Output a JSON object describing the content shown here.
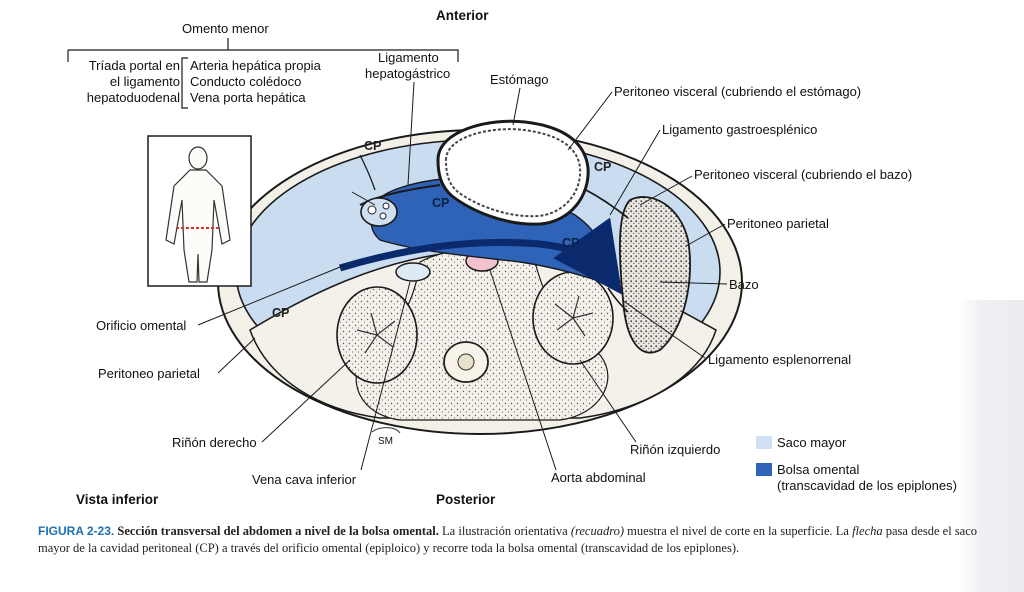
{
  "labels": {
    "anterior": "Anterior",
    "posterior": "Posterior",
    "vista_inferior": "Vista inferior",
    "omento_menor": "Omento menor",
    "triada_l1": "Tríada portal en",
    "triada_l2": "el ligamento",
    "triada_l3": "hepatoduodenal",
    "arteria": "Arteria hepática propia",
    "conducto": "Conducto colédoco",
    "vena_porta": "Vena porta hepática",
    "lig_hepato_l1": "Ligamento",
    "lig_hepato_l2": "hepatogástrico",
    "estomago": "Estómago",
    "perit_visc_estomago": "Peritoneo visceral (cubriendo el estómago)",
    "lig_gastroesplenico": "Ligamento gastroesplénico",
    "perit_visc_bazo": "Peritoneo visceral (cubriendo el bazo)",
    "perit_parietal_right": "Peritoneo parietal",
    "bazo": "Bazo",
    "lig_esplenorrenal": "Ligamento esplenorrenal",
    "orificio_omental": "Orificio omental",
    "perit_parietal_left": "Peritoneo parietal",
    "rinon_derecho": "Riñón derecho",
    "vena_cava": "Vena cava inferior",
    "aorta": "Aorta abdominal",
    "rinon_izquierdo": "Riñón izquierdo",
    "sm": "SM",
    "cp": "CP"
  },
  "legend": {
    "saco_mayor": "Saco mayor",
    "bolsa_l1": "Bolsa omental",
    "bolsa_l2": "(transcavidad de los epiplones)",
    "colors": {
      "saco_mayor": "#cfe0f2",
      "bolsa_omental": "#2f63b8"
    }
  },
  "caption": {
    "figure": "FIGURA 2-23.",
    "title": "Sección transversal del abdomen a nivel de la bolsa omental.",
    "text_a": " La ilustración orientativa ",
    "recuadro": "(recuadro)",
    "text_b": " muestra el nivel de corte en la superficie. La ",
    "flecha": "flecha",
    "text_c": " pasa desde el saco mayor de la cavidad peritoneal (CP) a través del orificio omental (epiploico) y recorre toda la bolsa omental (transcavidad de los epiplones)."
  },
  "colors": {
    "greater_sac": "#c9dcf0",
    "omental_bursa": "#2f63b8",
    "arrow": "#0b2a6e",
    "outline": "#1a1a1a",
    "cut_line": "#d9332b"
  }
}
